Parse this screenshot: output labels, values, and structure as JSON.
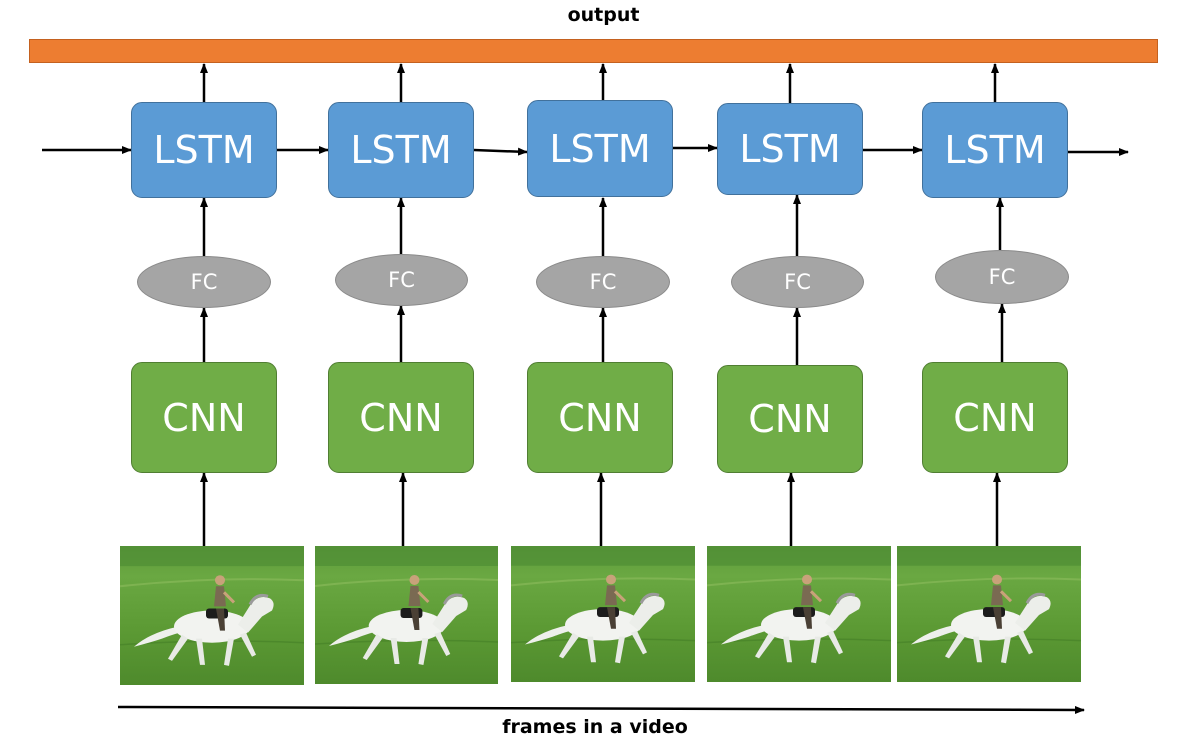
{
  "diagram": {
    "title": "output",
    "axis_label": "frames in a video",
    "lstm_label": "LSTM",
    "fc_label": "FC",
    "cnn_label": "CNN",
    "frame_image": "horse-and-rider-image",
    "frame_count": 5,
    "colors": {
      "output_bar": "#ed7d31",
      "lstm": "#5b9bd5",
      "fc": "#a5a5a5",
      "cnn": "#70ad47",
      "arrow": "#000000"
    }
  }
}
